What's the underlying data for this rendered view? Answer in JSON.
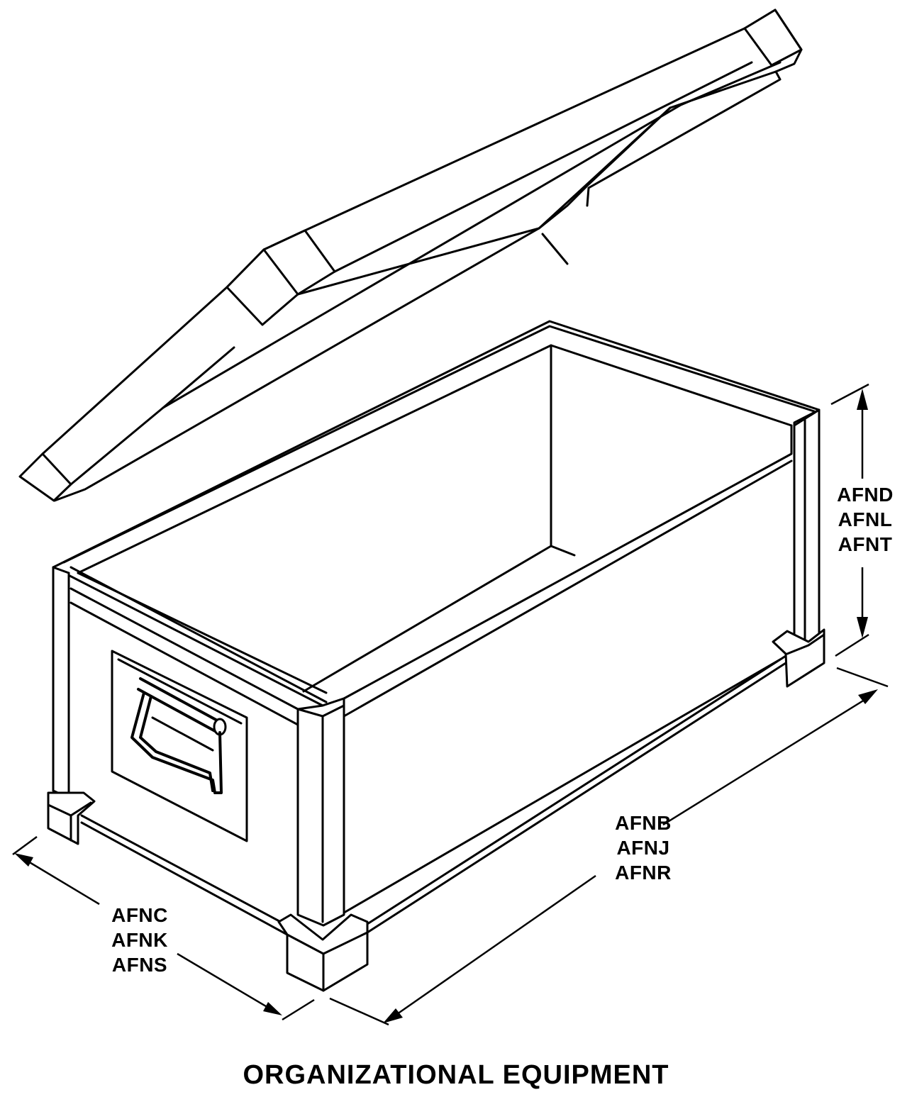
{
  "caption": "ORGANIZATIONAL EQUIPMENT",
  "dimensions": {
    "height": [
      "AFND",
      "AFNL",
      "AFNT"
    ],
    "length": [
      "AFNB",
      "AFNJ",
      "AFNR"
    ],
    "width": [
      "AFNC",
      "AFNK",
      "AFNS"
    ]
  }
}
